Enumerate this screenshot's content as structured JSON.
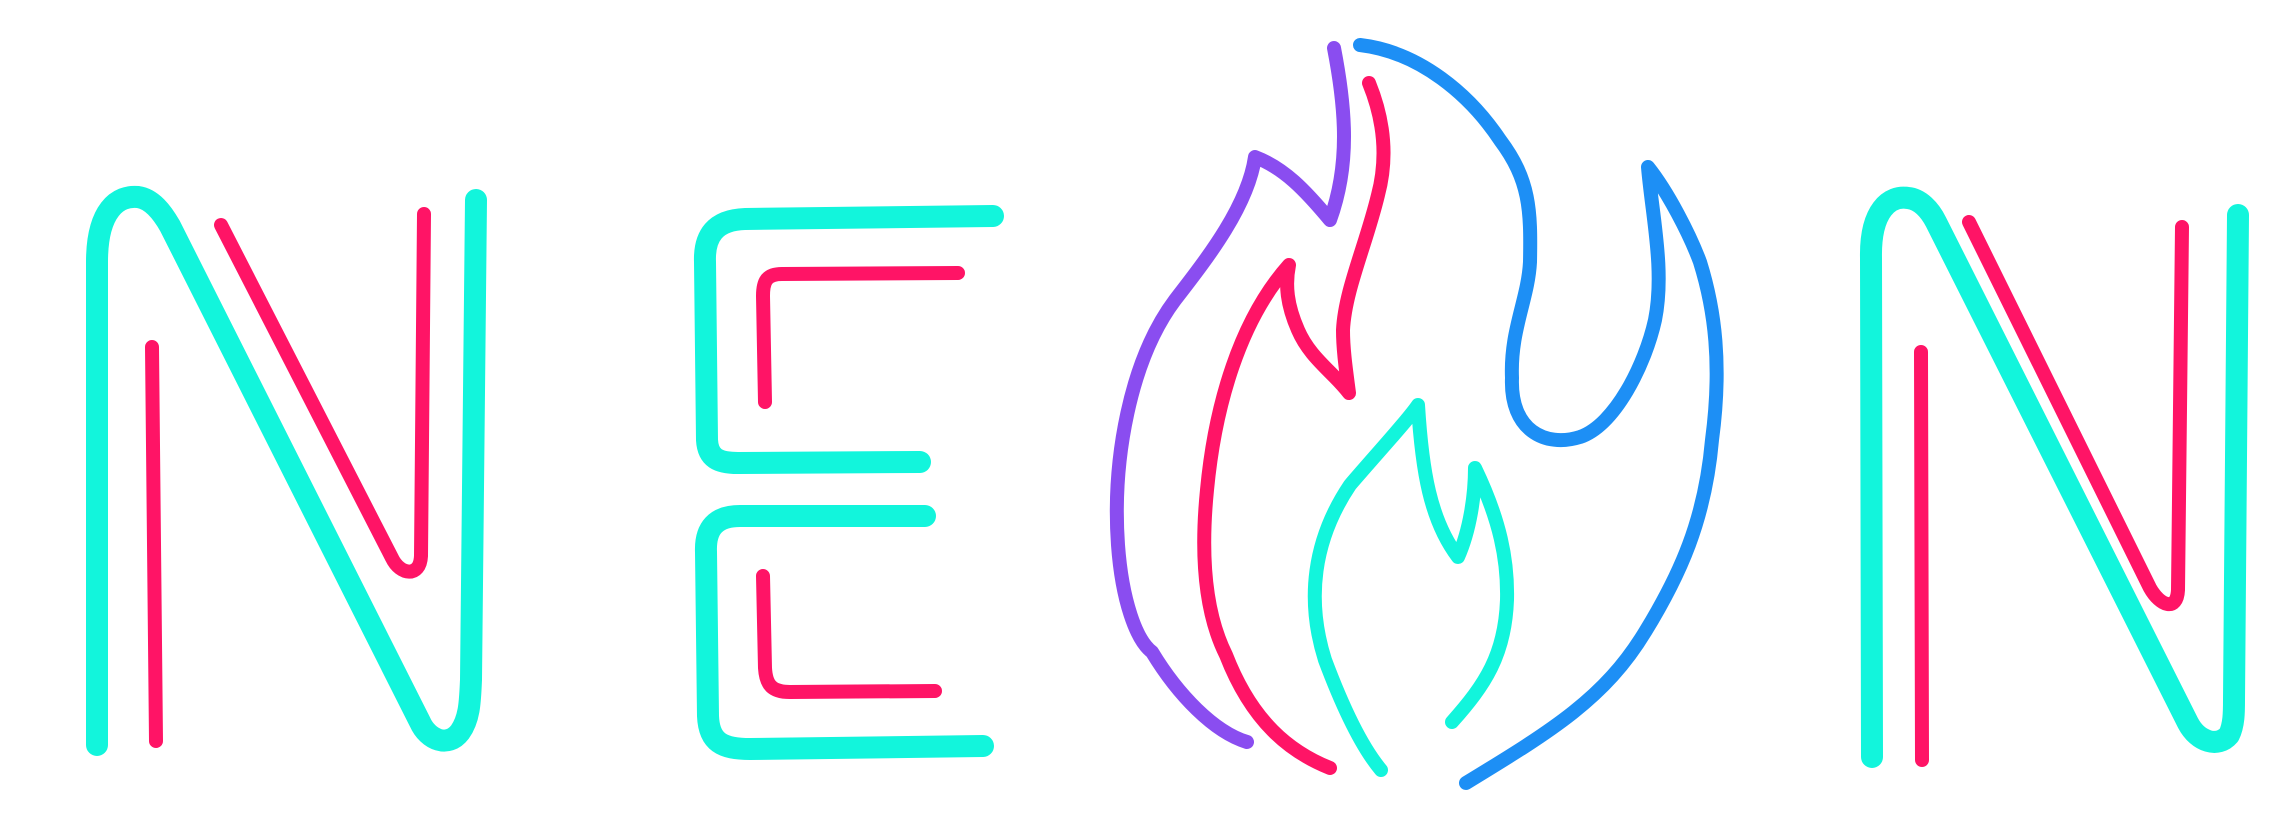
{
  "sign": {
    "word": "NEON",
    "logo_lettering": [
      "N",
      "E",
      "N"
    ],
    "icon": "flame-icon",
    "colors": {
      "cyan": "#12F5DC",
      "pink": "#FF1466",
      "purple": "#8A4DF0",
      "blue": "#1D8FF5",
      "background": "#FFFFFF"
    }
  }
}
